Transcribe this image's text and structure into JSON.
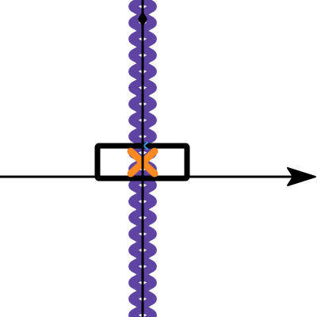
{
  "diagram": {
    "background": "#ffffff",
    "colors": {
      "chain": "#5e44a3",
      "marker": "#ff8a1f",
      "accent": "#2aa7e8",
      "line": "#000000"
    },
    "elements": [
      {
        "name": "vertical-axis-line",
        "kind": "line"
      },
      {
        "name": "horizontal-axis-arrow",
        "kind": "arrow",
        "direction": "right"
      },
      {
        "name": "braided-chain",
        "kind": "chain",
        "link_count": 19
      },
      {
        "name": "selection-rectangle",
        "kind": "rectangle"
      },
      {
        "name": "orange-x-marker",
        "kind": "x-mark"
      },
      {
        "name": "cyan-chevron-icon",
        "kind": "chevron",
        "direction": "left"
      }
    ]
  }
}
